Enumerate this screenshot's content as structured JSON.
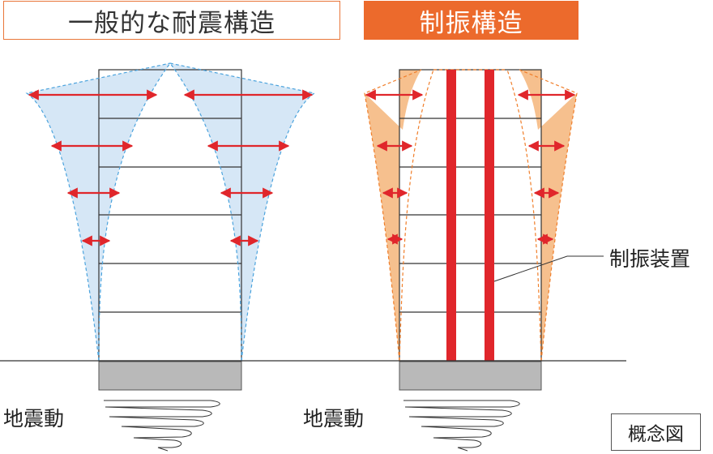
{
  "titles": {
    "conventional": "一般的な耐震構造",
    "damping": "制振構造"
  },
  "labels": {
    "ground_motion_left": "地震動",
    "ground_motion_right": "地震動",
    "damper": "制振装置",
    "concept_note": "概念図"
  },
  "colors": {
    "title_border": "#e9763a",
    "title_fill": "#ec6a2c",
    "arrow": "#e0262b",
    "damper": "#e0262b",
    "sway_fill_conventional": "#d6e7f6",
    "sway_line_conventional": "#4ba3dd",
    "sway_fill_damping": "#f6c08e",
    "sway_line_damping": "#f07e2a",
    "foundation": "#b9b9b9"
  }
}
